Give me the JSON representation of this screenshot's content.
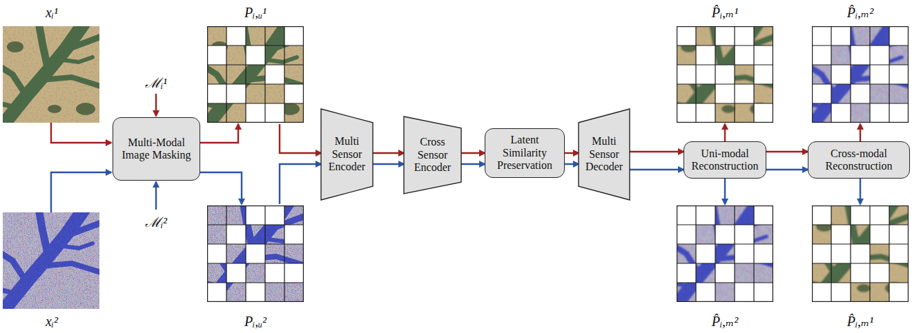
{
  "diagram": {
    "nodes": [
      {
        "text": [
          "Multi-Modal Image Masking"
        ]
      },
      {
        "text": [
          "Multi Sensor Encoder"
        ]
      },
      {
        "text": [
          "Cross Sensor Encoder"
        ]
      },
      {
        "text": [
          "Latent Similarity Preservation"
        ]
      },
      {
        "text": [
          "Multi Sensor Decoder"
        ]
      },
      {
        "text": [
          "Uni-modal Reconstruction"
        ]
      },
      {
        "text": [
          "Cross-modal Reconstruction"
        ]
      }
    ],
    "edges": [
      {
        "from": 0,
        "to": 1,
        "arrow": "to"
      },
      {
        "from": 0,
        "to": 1,
        "arrow": "to"
      },
      {
        "from": 1,
        "to": 2,
        "arrow": "to"
      },
      {
        "from": 1,
        "to": 2,
        "arrow": "to"
      },
      {
        "from": 2,
        "to": 3,
        "arrow": "to"
      },
      {
        "from": 2,
        "to": 3,
        "arrow": "to"
      },
      {
        "from": 3,
        "to": 4,
        "arrow": "to"
      },
      {
        "from": 3,
        "to": 4,
        "arrow": "to"
      },
      {
        "from": 4,
        "to": 5,
        "arrow": "to"
      },
      {
        "from": 4,
        "to": 5,
        "arrow": "to"
      },
      {
        "from": 5,
        "to": 6,
        "arrow": "to"
      },
      {
        "from": 5,
        "to": 6,
        "arrow": "to"
      }
    ],
    "labels": [
      "xᵢ¹",
      "Pᵢ,ᵤ¹",
      "ℳᵢ¹",
      "P̂ᵢ,ₘ¹",
      "P̂ᵢ,ₘ²",
      "ℳᵢ²",
      "xᵢ²",
      "Pᵢ,ᵤ²",
      "P̂ᵢ,ₘ²",
      "P̂ᵢ,ₘ¹"
    ]
  }
}
